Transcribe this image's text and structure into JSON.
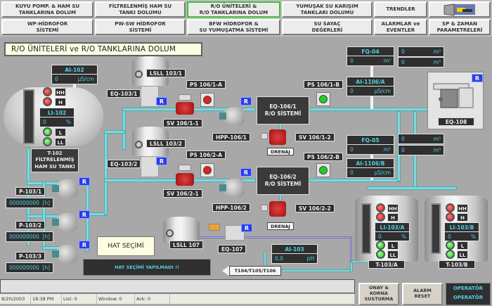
{
  "nav": {
    "row1": [
      {
        "label": "KUYU POMP. & HAM SU\nTANKLARINA DOLUM",
        "active": false
      },
      {
        "label": "FİLTRELENMİŞ HAM SU\nTANKI DOLUMU",
        "active": false
      },
      {
        "label": "R/O ÜNİTELERİ &\nR/O TANKLARINA DOLUM",
        "active": true
      },
      {
        "label": "YUMUŞAK SU KARIŞIM\nTANKLARI DOLUMU",
        "active": false
      },
      {
        "label": "TRENDLER",
        "active": false
      }
    ],
    "row2": [
      {
        "label": "WP-HİDROFOR\nSİSTEMİ"
      },
      {
        "label": "PW-SW HİDROFOR\nSİSTEMİ"
      },
      {
        "label": "BFW HİDROFOR &\nSU YUMUŞATMA SİSTEMİ"
      },
      {
        "label": "SU SAYAÇ\nDEĞERLERİ"
      },
      {
        "label": "ALARMLAR ve\nEVENTLER"
      },
      {
        "label": "SP & ZAMAN\nPARAMETRELERİ"
      }
    ],
    "exit_icon": "exit-door-icon"
  },
  "page_title": "R/O ÜNİTELERİ ve R/O TANKLARINA DOLUM",
  "t102": {
    "name": "T-102\nFİLTRELENMİŞ\nHAM SU TANKI",
    "ai": {
      "tag": "AI-102",
      "value": "0",
      "unit": "µS/cm"
    },
    "li": {
      "tag": "LI-102",
      "value": "0",
      "unit": "%"
    },
    "alarms": {
      "hh": "HH",
      "h": "H",
      "l": "L",
      "ll": "LL"
    }
  },
  "pumps": [
    {
      "tag": "P-103/1",
      "hours": "000000000",
      "unit": "[h]"
    },
    {
      "tag": "P-103/2",
      "hours": "000000000",
      "unit": "[h]"
    },
    {
      "tag": "P-103/3",
      "hours": "000000000",
      "unit": "[h]"
    }
  ],
  "r_label": "R",
  "line1": {
    "lsll": "LSLL 103/1",
    "eq": "EQ-103/1",
    "sv1": "SV 106/1-1",
    "ps_a": "PS 106/1-A",
    "ps_b": "PS 106/1-B",
    "hpp": "HPP-106/1",
    "ro": "EQ-106/1\nR/O SİSTEMİ",
    "sv2": "SV 106/1-2",
    "drenaj": "DRENAJ"
  },
  "line2": {
    "lsll": "LSLL 103/2",
    "eq": "EQ-103/2",
    "sv1": "SV 106/2-1",
    "ps_a": "PS 106/2-A",
    "ps_b": "PS 106/2-B",
    "hpp": "HPP-106/2",
    "ro": "EQ-106/2\nR/O SİSTEMİ",
    "sv2": "SV 106/2-2",
    "drenaj": "DRENAJ"
  },
  "fq04": {
    "tag": "FQ-04",
    "value": "0",
    "unit": "m³",
    "extra": [
      {
        "value": "0",
        "unit": "m³"
      },
      {
        "value": "0",
        "unit": "m³"
      }
    ]
  },
  "ai1106a": {
    "tag": "AI-1106/A",
    "value": "0",
    "unit": "µS/cm"
  },
  "fq05": {
    "tag": "FQ-05",
    "value": "0",
    "unit": "m³",
    "extra": [
      {
        "value": "0",
        "unit": "m³"
      },
      {
        "value": "0",
        "unit": "m³"
      }
    ]
  },
  "ai1106b": {
    "tag": "AI-1106/B",
    "value": "0",
    "unit": "µS/cm"
  },
  "eq108": "EQ-108",
  "lsll107": "LSLL 107",
  "eq107": "EQ-107",
  "ai103": {
    "tag": "AI-103",
    "value": "0,0",
    "unit": "pH"
  },
  "dest": "T104/T105/T106",
  "hat_secimi": "HAT SEÇİMİ",
  "hat_msg": "HAT SEÇİMİ YAPILMADI !!",
  "t103a": {
    "name": "T-103/A",
    "li": "LI-103/A",
    "value": "0",
    "unit": "%"
  },
  "t103b": {
    "name": "T-103/B",
    "li": "LI-103/B",
    "value": "0",
    "unit": "%"
  },
  "status": {
    "date": "8/20/2003",
    "time": "18:38 PM",
    "list": "List: 0",
    "window": "Window: 0",
    "ack": "Ack:    0"
  },
  "controls": {
    "ack_horn": "ONAY &\nKORNA\nSUSTURMA",
    "alarm_reset": "ALARM\nRESET",
    "user1": "OPERATÖR",
    "user2": "OPERATÖR"
  }
}
